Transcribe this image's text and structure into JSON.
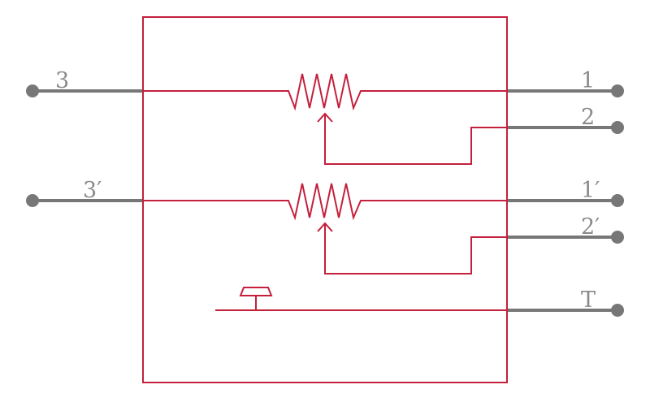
{
  "colors": {
    "body": "#c4203c",
    "pin": "#777777",
    "label": "#8a8a8a",
    "background": "#ffffff"
  },
  "pins": {
    "p3": "3",
    "p3b": "3′",
    "p1": "1",
    "p2": "2",
    "p1b": "1′",
    "p2b": "2′",
    "pT": "T"
  }
}
